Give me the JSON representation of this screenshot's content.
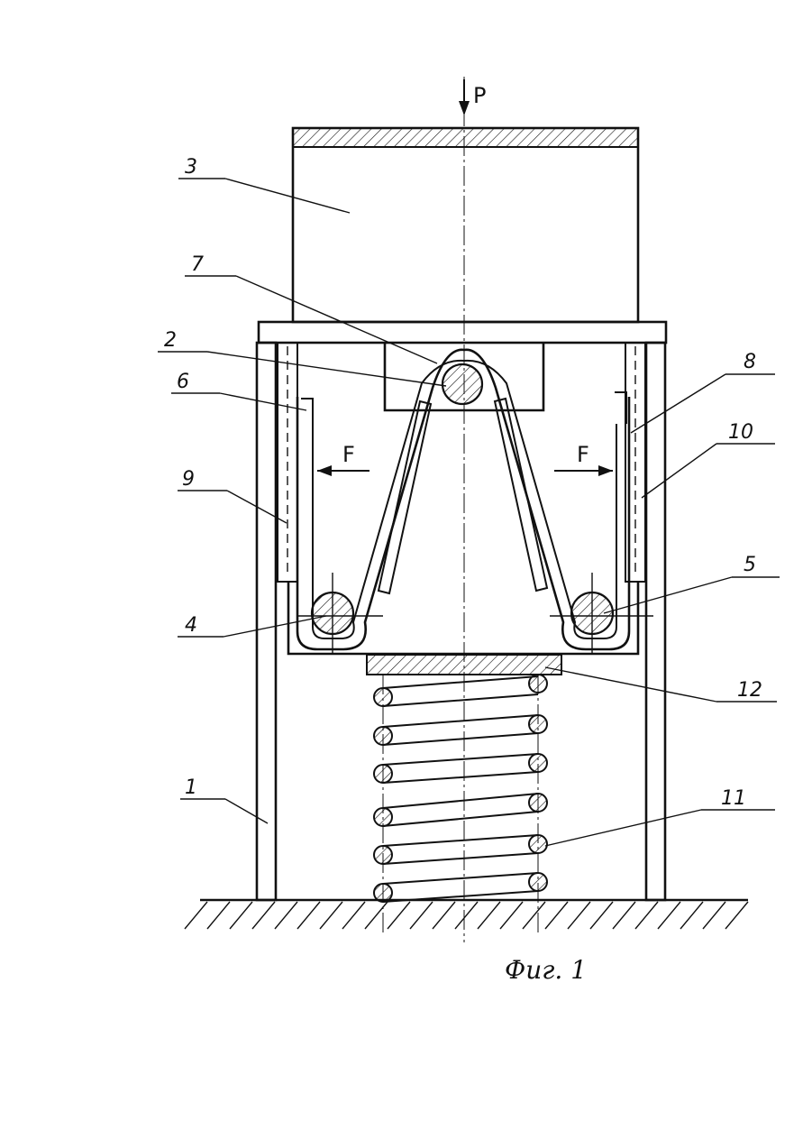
{
  "load": "P",
  "forces": {
    "left": "F",
    "right": "F"
  },
  "labels": {
    "l1": "1",
    "l2": "2",
    "l3": "3",
    "l4": "4",
    "l5": "5",
    "l6": "6",
    "l7": "7",
    "l8": "8",
    "l9": "9",
    "l10": "10",
    "l11": "11",
    "l12": "12"
  },
  "caption": "Фиг. 1"
}
